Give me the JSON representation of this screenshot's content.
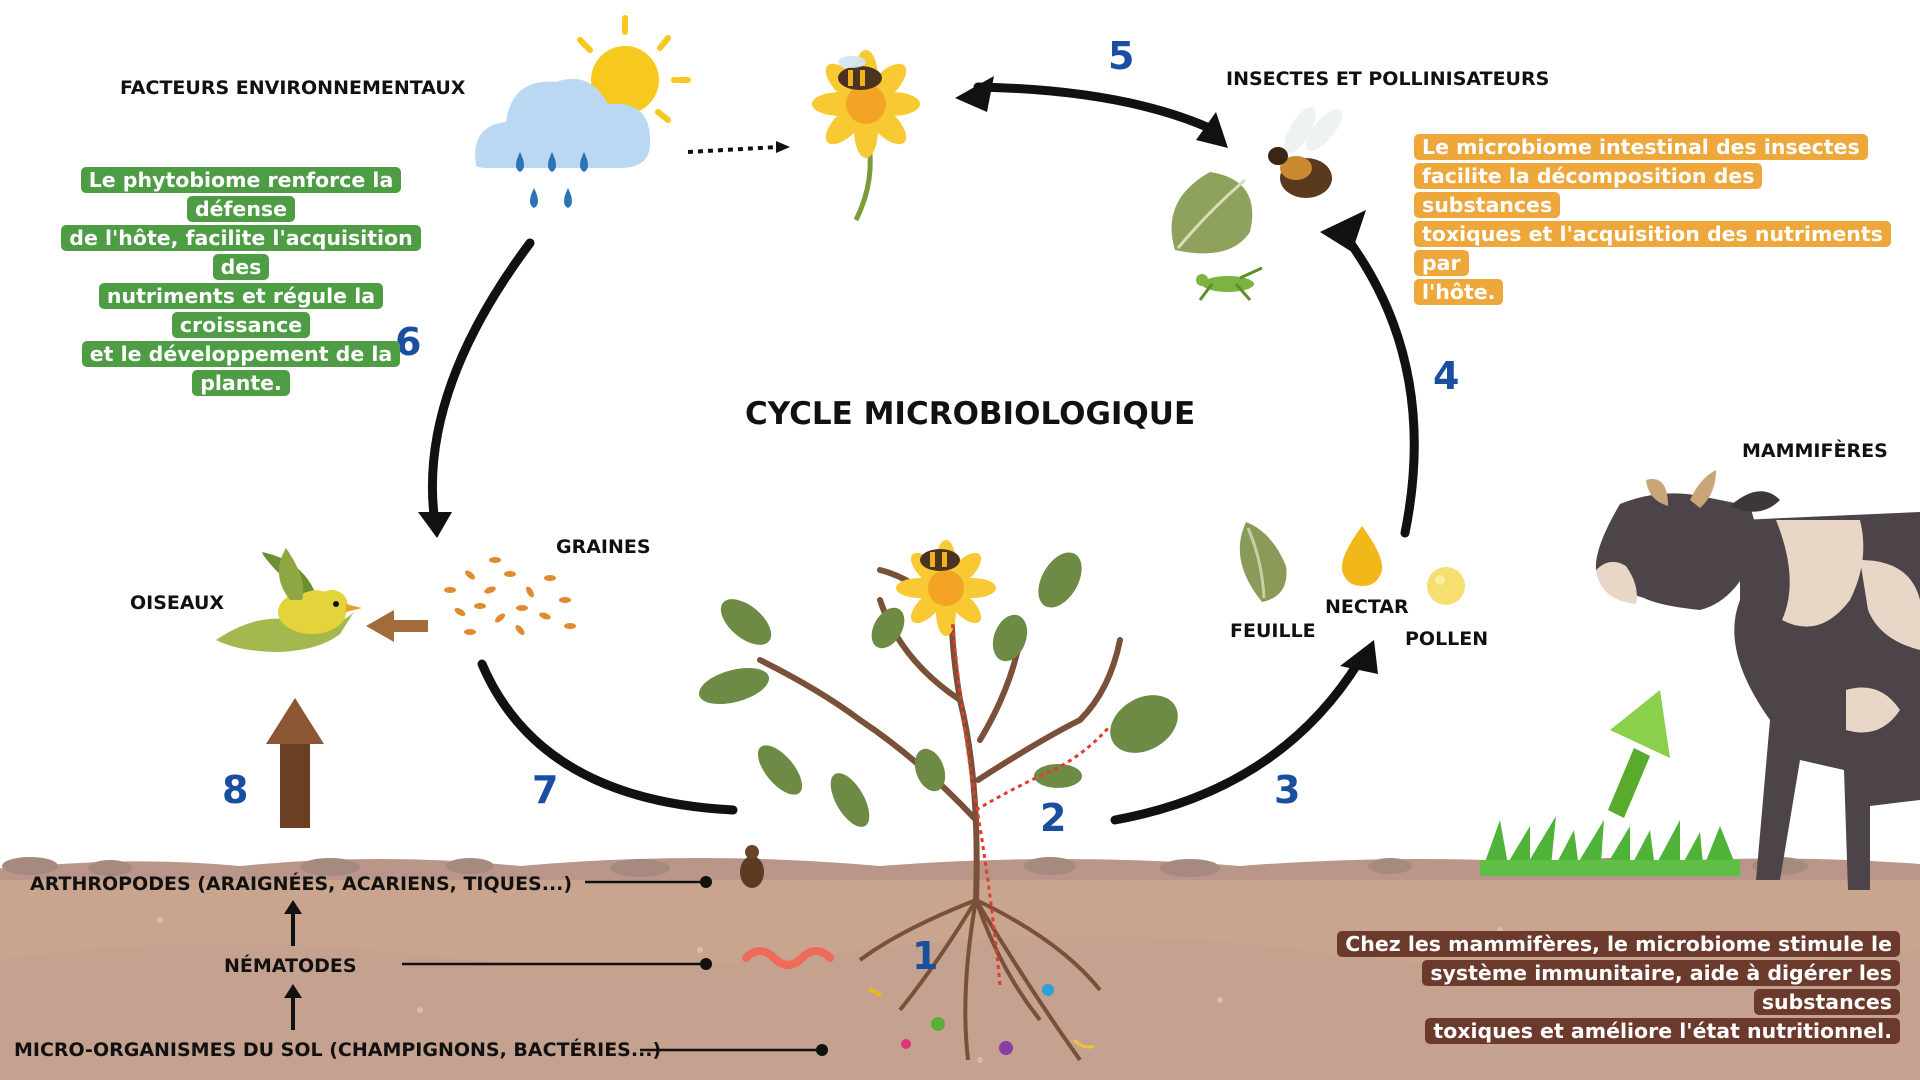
{
  "title": "CYCLE MICROBIOLOGIQUE",
  "labels": {
    "env": "FACTEURS ENVIRONNEMENTAUX",
    "insects": "INSECTES ET POLLINISATEURS",
    "mammals": "MAMMIFÈRES",
    "birds": "OISEAUX",
    "seeds": "GRAINES",
    "leaf": "FEUILLE",
    "nectar": "NECTAR",
    "pollen": "POLLEN",
    "arthropods": "ARTHROPODES (ARAIGNÉES, ACARIENS, TIQUES...)",
    "nematodes": "NÉMATODES",
    "microorganisms": "MICRO-ORGANISMES DU SOL (CHAMPIGNONS, BACTÉRIES...)"
  },
  "numbers": {
    "n1": "1",
    "n2": "2",
    "n3": "3",
    "n4": "4",
    "n5": "5",
    "n6": "6",
    "n7": "7",
    "n8": "8"
  },
  "boxes": {
    "phyto": [
      "Le phytobiome renforce la défense",
      "de l'hôte, facilite l'acquisition des",
      "nutriments et régule la croissance",
      "et le développement de la plante."
    ],
    "insect": [
      "Le microbiome intestinal des insectes",
      "facilite la décomposition des substances",
      "toxiques et l'acquisition des nutriments par",
      "l'hôte."
    ],
    "mammal": [
      "Chez les mammifères, le microbiome stimule le",
      "système immunitaire, aide à digérer les substances",
      "toxiques et améliore l'état nutritionnel."
    ]
  },
  "colors": {
    "number_blue": "#1a4fa0",
    "green_box": "#4e9d45",
    "orange_box": "#eea73b",
    "brown_box": "#6c3a2c",
    "soil": "#c9a590"
  },
  "icons": [
    "sun-cloud-rain-icon",
    "flower-bee-icon",
    "bee-icon",
    "grasshopper-icon",
    "leaf-icon",
    "nectar-drop-icon",
    "pollen-icon",
    "bird-icon",
    "seeds-icon",
    "cow-icon",
    "grass-icon",
    "plant-icon",
    "spider-icon",
    "worm-icon"
  ]
}
